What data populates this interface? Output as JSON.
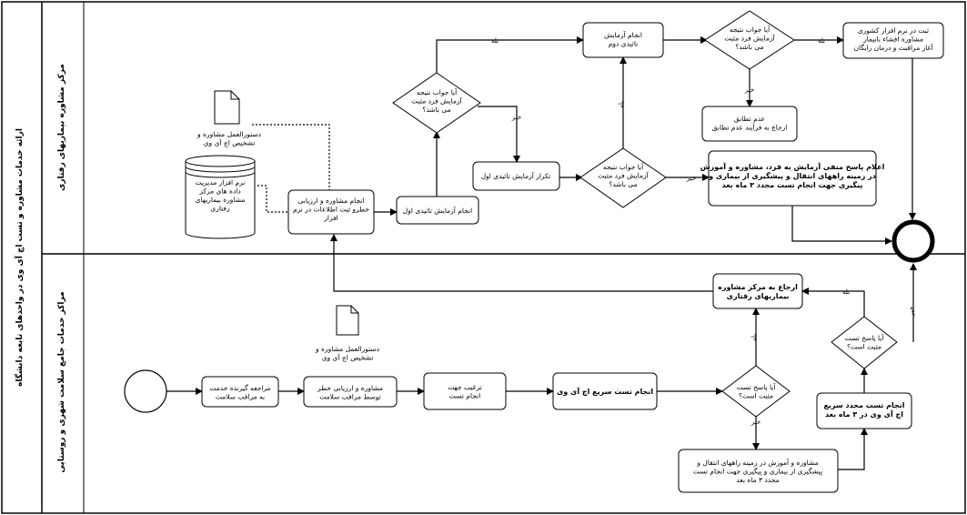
{
  "pool": {
    "title": "ارائه خدمات مشاوره و تست اچ آی وی در واحدهای تابعه دانشگاه",
    "lanes": [
      "مرکز مشاوره بیماریهای رفتاری",
      "مراکز خدمات جامع سلامت شهری و روستایی"
    ]
  },
  "nodes": {
    "task_refer_client": "مراجعه گیرنده خدمت|به مراقب سلامت",
    "task_risk_assessment": "مشاوره و ارزیابی خطر|توسط مراقب سلامت",
    "task_encourage_test": "ترغیب جهت|انجام تست",
    "task_rapid_test": "انجام تست سریع اچ آی وی",
    "gw_positive_answer": "آیا پاسخ تست|مثبت است؟",
    "task_counsel_no": "مشاوره و آموزش در زمینه راههای انتقال و|پیشگیری از بیماری و پیگیری جهت انجام تست|مجدد ۳ ماه بعد",
    "task_retest": "انجام تست مجدد سریع|اچ آی وی در ۳ ماه بعد",
    "gw_retest_positive": "آیا پاسخ تست|مثبت است؟",
    "task_refer_center": "ارجاع به مرکز مشاوره|بیماریهای رفتاری",
    "task_counsel_center": "انجام مشاوره و ارزیابی|خطرو ثبت اطلاعات در نرم|افزار",
    "task_first_confirm": "انجام آزمایش تائیدی اول",
    "gw_first_confirm": "آیا جواب نتیجه|آزمایش فرد مثبت|می باشد؟",
    "task_repeat_confirm": "تکرار آزمایش تائیدی اول",
    "gw_repeat_confirm": "آیا جواب نتیجه|آزمایش فرد مثبت|می باشد؟",
    "task_second_confirm": "انجام آزمایش|تائیدی دوم",
    "gw_second_confirm": "آیا جواب نتیجه|آزمایش فرد مثبت|می باشد؟",
    "task_register_national": "ثبت در نرم افزار کشوری|مشاوره افشاء بابیمار|آغاز مراقبت و درمان رایگان",
    "task_mismatch": "عدم تطابق|ارجاع به فرآیند عدم تطابق",
    "task_inform_negative": "اعلام پاسخ منفی آزمایش به فرد، مشاوره و آموزش|در زمینه راههای انتقال و پیشگیری از بیماری و|پیگیری جهت انجام تست مجدد ۳ ماه بعد",
    "doc_guideline_center": "دستورالعمل مشاوره و|تشخیص اچ آی وی",
    "doc_guideline_health": "دستورالعمل مشاوره و|تشخیص اچ آی وی",
    "db_software": "نرم افزار مدیریت|داده های مرکز|مشاوره بیماریهای|رفتاری"
  },
  "edge_labels": {
    "yes": "بله",
    "no": "خیر"
  }
}
